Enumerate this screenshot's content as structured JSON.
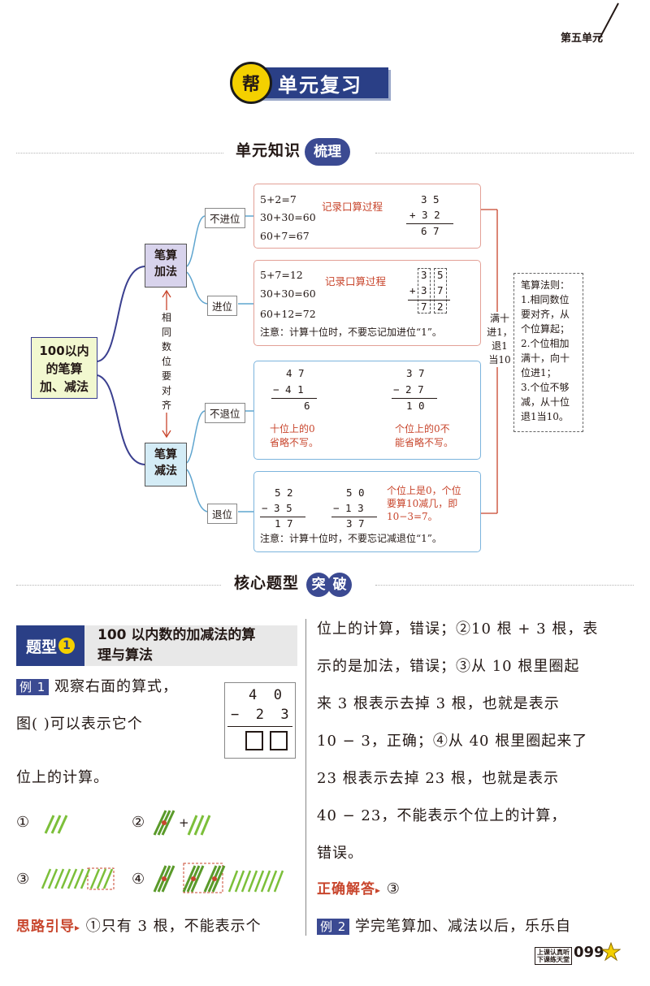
{
  "header": {
    "unit": "第五单元"
  },
  "banner": {
    "badge": "帮",
    "title": "单元复习"
  },
  "section1": {
    "title": "单元知识",
    "bubble": "梳理"
  },
  "section2": {
    "title": "核心题型",
    "bubble1": "突",
    "bubble2": "破"
  },
  "mindmap": {
    "root": [
      "100以内",
      "的笔算",
      "加、减法"
    ],
    "add_node": [
      "笔算",
      "加法"
    ],
    "sub_node": [
      "笔算",
      "减法"
    ],
    "align_note": "相同数位要对齐",
    "no_carry": "不进位",
    "carry": "进位",
    "no_borrow": "不退位",
    "borrow": "退位",
    "box1": {
      "line1": "5+2=7",
      "line2": "30+30=60",
      "line3": "60+7=67",
      "arrow": "记录口算过程",
      "top": "3 5",
      "mid": "+ 3 2",
      "res": "6 7"
    },
    "box2": {
      "line1": "5+7=12",
      "line2": "30+30=60",
      "line3": "60+12=72",
      "arrow": "记录口算过程",
      "top": [
        "3",
        "5"
      ],
      "mid": [
        "+",
        "3",
        "7"
      ],
      "res": [
        "7",
        "2"
      ],
      "note": "注意：计算十位时，不要忘记加进位“1”。"
    },
    "box3": {
      "a_top": "4 7",
      "a_mid": "− 4 1",
      "a_res": "6",
      "b_top": "3 7",
      "b_mid": "− 2 7",
      "b_res": "1 0",
      "a_note": [
        "十位上的0",
        "省略不写。"
      ],
      "b_note": [
        "个位上的0不",
        "能省略不写。"
      ]
    },
    "box4": {
      "a_top": "5 2",
      "a_mid": "− 3 5",
      "a_res": "1 7",
      "b_top": "5 0",
      "b_mid": "− 1 3",
      "b_res": "3 7",
      "b_note": [
        "个位上是0，个位",
        "要算10减几，即",
        "10−3=7。"
      ],
      "note": "注意：计算十位时，不要忘记减退位“1”。"
    },
    "carry_rule": [
      "满十",
      "进1，",
      "退1",
      "当10"
    ],
    "rules": [
      "笔算法则：",
      "1.相同数位",
      "要对齐，从",
      "个位算起；",
      "2.个位相加",
      "满十，向十",
      "位进1；",
      "3.个位不够",
      "减，从十位",
      "退1当10。"
    ]
  },
  "question_type": {
    "label": "题型",
    "num": "1",
    "title_line1": "100 以内数的加减法的算",
    "title_line2": "理与算法"
  },
  "example1": {
    "tag": "例 1",
    "text1": "观察右面的算式，",
    "text2": "图(        )可以表示它个",
    "text3": "位上的计算。",
    "vert_top": "4  0",
    "vert_mid": "−  2  3",
    "opt1": "①",
    "opt2": "②",
    "opt3": "③",
    "opt4": "④",
    "plus": "+",
    "hint_label": "思路引导",
    "hint_text": "①只有 3 根，不能表示个"
  },
  "right_col": {
    "lines": [
      "位上的计算，错误；②10 根 + 3 根，表",
      "示的是加法，错误；③从 10 根里圈起",
      "来 3 根表示去掉 3 根，也就是表示",
      "10 − 3，正确；④从 40 根里圈起来了",
      "23 根表示去掉 23 根，也就是表示",
      "40 − 23，不能表示个位上的计算，",
      "错误。"
    ],
    "answer_label": "正确解答",
    "answer_value": "③",
    "ex2_tag": "例 2",
    "ex2_text": "学完笔算加、减法以后，乐乐自"
  },
  "footer": {
    "slogan1": "上课认真听",
    "slogan2": "下课练天堂",
    "page": "099"
  },
  "colors": {
    "navy": "#2a3f86",
    "yellow": "#f4d000",
    "red": "#c8452c",
    "pink_border": "#e3a096",
    "blue_border": "#7cb4dd"
  }
}
